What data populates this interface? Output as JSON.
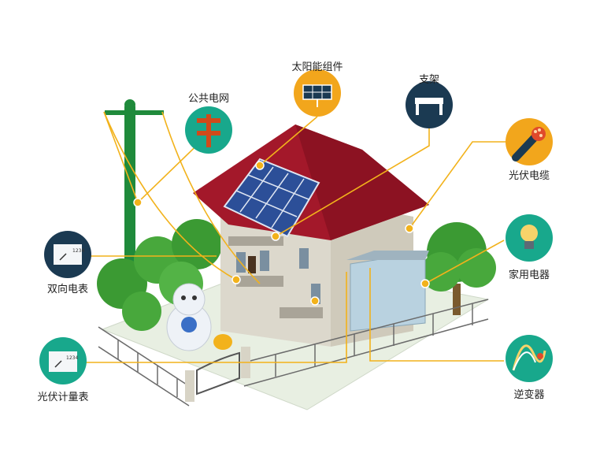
{
  "labels": {
    "solar_module": "太阳能组件",
    "bracket": "支架",
    "public_grid": "公共电网",
    "pv_cable": "光伏电缆",
    "bidirectional_meter": "双向电表",
    "household_appliance": "家用电器",
    "pv_meter": "光伏计量表",
    "inverter": "逆变器"
  },
  "meter_reading": "1234",
  "colors": {
    "roof": "#a3182a",
    "wall": "#d9d6c9",
    "badge_orange": "#f2a61c",
    "badge_navy": "#1b3a52",
    "badge_teal": "#18a88c",
    "line": "#f2b21b",
    "tree": "#3b9a33",
    "pole": "#1f8a3b"
  }
}
